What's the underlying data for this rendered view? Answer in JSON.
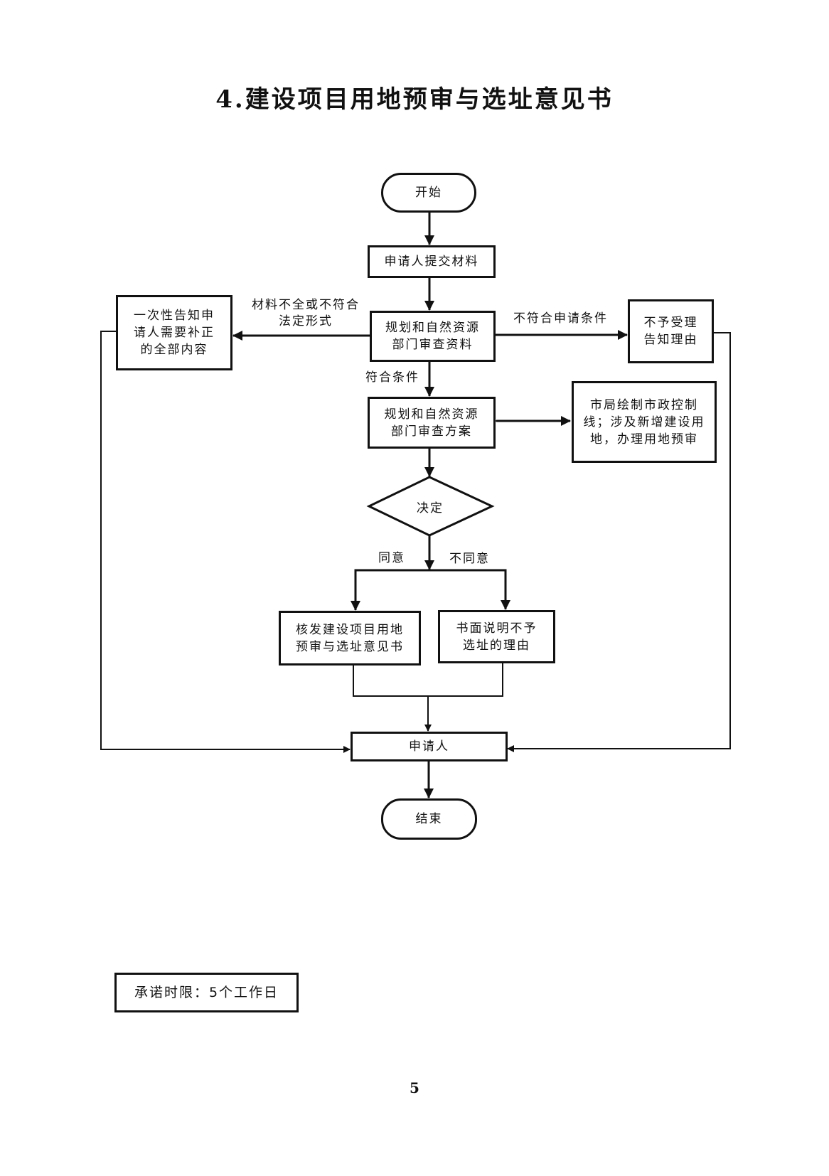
{
  "title": "4.建设项目用地预审与选址意见书",
  "nodes": {
    "start": "开始",
    "submit": "申请人提交材料",
    "review_docs": "规划和自然资源部门审查资料",
    "notify_correction": "一次性告知申请人需要补正的全部内容",
    "reject_notice": "不予受理告知理由",
    "review_plan": "规划和自然资源部门审查方案",
    "city_bureau": "市局绘制市政控制线；涉及新增建设用地，办理用地预审",
    "decision": "决定",
    "issue_opinion": "核发建设项目用地预审与选址意见书",
    "written_reason": "书面说明不予选址的理由",
    "applicant": "申请人",
    "end": "结束"
  },
  "edge_labels": {
    "incomplete": "材料不全或不符合法定形式",
    "not_eligible": "不符合申请条件",
    "eligible": "符合条件",
    "agree": "同意",
    "disagree": "不同意"
  },
  "commitment": "承诺时限：5个工作日",
  "page_number": "5"
}
